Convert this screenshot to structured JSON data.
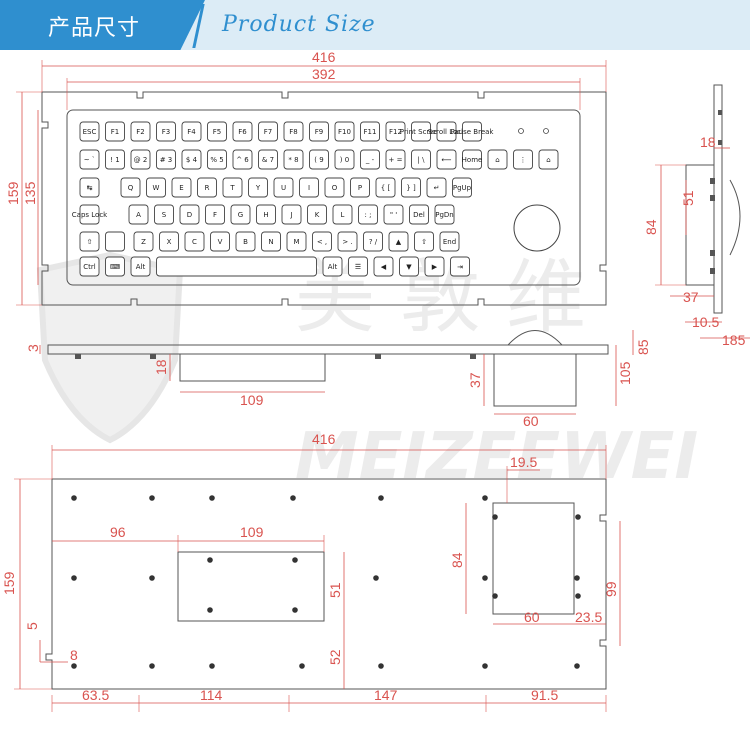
{
  "header": {
    "title_cn": "产品尺寸",
    "title_en": "Product Size"
  },
  "watermark": {
    "cn": "美 敦 维",
    "en": "MEIZEEWEI"
  },
  "colors": {
    "accent": "#2f8fcf",
    "header_bg": "#dcecf6",
    "dimension": "#d9534f",
    "line": "#444444"
  },
  "front_view": {
    "dims": {
      "total_width": "416",
      "inner_width": "392",
      "total_height": "159",
      "inner_height": "135"
    },
    "rows": [
      [
        "ESC",
        "F1",
        "F2",
        "F3",
        "F4",
        "F5",
        "F6",
        "F7",
        "F8",
        "F9",
        "F10",
        "F11",
        "F12",
        "Print Screen",
        "Scroll Lock",
        "Pause Break"
      ],
      [
        "~ `",
        "! 1",
        "@ 2",
        "# 3",
        "$ 4",
        "% 5",
        "^ 6",
        "& 7",
        "* 8",
        "( 9",
        ") 0",
        "_ -",
        "+ =",
        "| \\",
        "⟵",
        "Home",
        "⌂",
        "⋮",
        "⌂"
      ],
      [
        "↹",
        "Q",
        "W",
        "E",
        "R",
        "T",
        "Y",
        "U",
        "I",
        "O",
        "P",
        "{ [",
        "} ]",
        "↵",
        "PgUp"
      ],
      [
        "Caps Lock",
        "A",
        "S",
        "D",
        "F",
        "G",
        "H",
        "J",
        "K",
        "L",
        ": ;",
        "\" '",
        "Del",
        "PgDn"
      ],
      [
        "⇧",
        "",
        "Z",
        "X",
        "C",
        "V",
        "B",
        "N",
        "M",
        "< ,",
        "> .",
        "? /",
        "▲",
        "⇧",
        "End"
      ],
      [
        "Ctrl",
        "⌨",
        "Alt",
        "",
        "Alt",
        "☰",
        "◀",
        "▼",
        "▶",
        "⇥"
      ]
    ]
  },
  "side_view": {
    "dims": [
      "18",
      "51",
      "84",
      "37",
      "10.5",
      "185"
    ]
  },
  "profile_view": {
    "dims": [
      "3",
      "18",
      "109",
      "37",
      "60",
      "85",
      "105"
    ]
  },
  "back_view": {
    "dims": {
      "total_width": "416",
      "height": "159",
      "cutout1_offset": "96",
      "cutout1_width": "109",
      "cutout1_height": "51",
      "cutout1_bottom": "52",
      "cutout2_offset": "19.5",
      "cutout2_height": "84",
      "cutout2_width": "60",
      "cutout2_right": "23.5",
      "cutout2_outer": "99",
      "slot_w": "5",
      "slot_h": "8",
      "seg1": "63.5",
      "seg2": "114",
      "seg3": "147",
      "seg4": "91.5"
    }
  }
}
